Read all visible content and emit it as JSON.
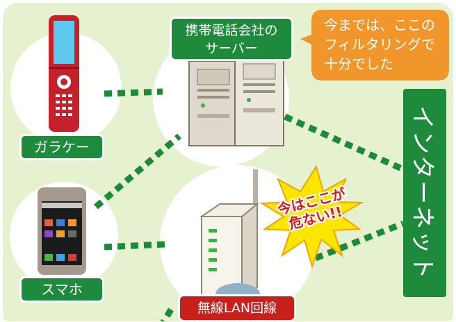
{
  "background_color": "#e6f1cf",
  "labels": {
    "garakei": "ガラケー",
    "smartphone": "スマホ",
    "carrier_server_line1": "携帯電話会社の",
    "carrier_server_line2": "サーバー",
    "wireless_lan": "無線LAN回線",
    "internet": "インターネット",
    "callout_line1": "今までは、ここの",
    "callout_line2": "フィルタリングで",
    "callout_line3": "十分でした",
    "danger_line1": "今はここが",
    "danger_line2": "危ない!!"
  },
  "colors": {
    "label_green": "#1e8a3c",
    "label_red": "#c8201d",
    "callout_orange": "#f0962a",
    "burst_yellow": "#ffe600",
    "danger_text": "#d81a1a",
    "link_dots": "#1c8a36"
  },
  "icons": [
    "flip-phone-icon",
    "smartphone-icon",
    "server-rack-icon",
    "wifi-router-icon",
    "starburst-icon"
  ]
}
